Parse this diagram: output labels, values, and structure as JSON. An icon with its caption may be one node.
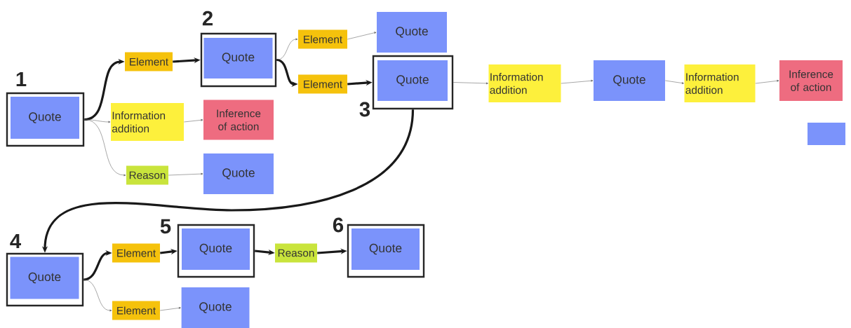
{
  "diagram": {
    "nodes": [
      {
        "text": [
          "1"
        ]
      },
      {
        "text": [
          "Quote"
        ],
        "in": 0
      },
      {
        "text": [
          "Element"
        ]
      },
      {
        "text": [
          "2"
        ]
      },
      {
        "text": [
          "Quote"
        ],
        "in": 3
      },
      {
        "text": [
          "Information addition"
        ]
      },
      {
        "text": [
          "Inference of action"
        ]
      },
      {
        "text": [
          "Reason"
        ]
      },
      {
        "text": [
          "Quote"
        ]
      },
      {
        "text": [
          "Element"
        ]
      },
      {
        "text": [
          "Quote"
        ]
      },
      {
        "text": [
          "Element"
        ]
      },
      {
        "text": [
          "3"
        ]
      },
      {
        "text": [
          "Quote"
        ],
        "in": 12
      },
      {
        "text": [
          "Information addition"
        ]
      },
      {
        "text": [
          "Quote"
        ]
      },
      {
        "text": [
          "Information addition"
        ]
      },
      {
        "text": [
          "Inference of action"
        ]
      },
      {
        "text": [],
        "shape": "box"
      },
      {
        "text": [
          "4"
        ]
      },
      {
        "text": [
          "Quote"
        ],
        "in": 19
      },
      {
        "text": [
          "Element"
        ]
      },
      {
        "text": [
          "5"
        ]
      },
      {
        "text": [
          "Quote"
        ],
        "in": 22
      },
      {
        "text": [
          "Reason"
        ]
      },
      {
        "text": [
          "6"
        ]
      },
      {
        "text": [
          "Quote"
        ],
        "in": 25
      },
      {
        "text": [
          "Element"
        ]
      },
      {
        "text": [
          "Quote"
        ]
      }
    ],
    "edges": [
      {
        "from": 0,
        "to": 2,
        "arrow": "to",
        "style": "thick"
      },
      {
        "from": 2,
        "to": 3,
        "arrow": "to",
        "style": "thick"
      },
      {
        "from": 0,
        "to": 5,
        "arrow": "to"
      },
      {
        "from": 5,
        "to": 6,
        "arrow": "to"
      },
      {
        "from": 0,
        "to": 7,
        "arrow": "to"
      },
      {
        "from": 7,
        "to": 8,
        "arrow": "to"
      },
      {
        "from": 3,
        "to": 9,
        "arrow": "to"
      },
      {
        "from": 9,
        "to": 10,
        "arrow": "to"
      },
      {
        "from": 3,
        "to": 11,
        "arrow": "to",
        "style": "thick"
      },
      {
        "from": 11,
        "to": 12,
        "arrow": "to",
        "style": "thick"
      },
      {
        "from": 12,
        "to": 14,
        "arrow": "to"
      },
      {
        "from": 14,
        "to": 15,
        "arrow": "to"
      },
      {
        "from": 15,
        "to": 16,
        "arrow": "to"
      },
      {
        "from": 16,
        "to": 17,
        "arrow": "to"
      },
      {
        "from": 12,
        "to": 19,
        "arrow": "to",
        "style": "thick"
      },
      {
        "from": 19,
        "to": 21,
        "arrow": "to",
        "style": "thick"
      },
      {
        "from": 21,
        "to": 22,
        "arrow": "to",
        "style": "thick"
      },
      {
        "from": 22,
        "to": 24,
        "arrow": "to",
        "style": "thick"
      },
      {
        "from": 24,
        "to": 25,
        "arrow": "to",
        "style": "thick"
      },
      {
        "from": 19,
        "to": 27,
        "arrow": "to"
      },
      {
        "from": 27,
        "to": 28,
        "arrow": "to"
      }
    ]
  }
}
